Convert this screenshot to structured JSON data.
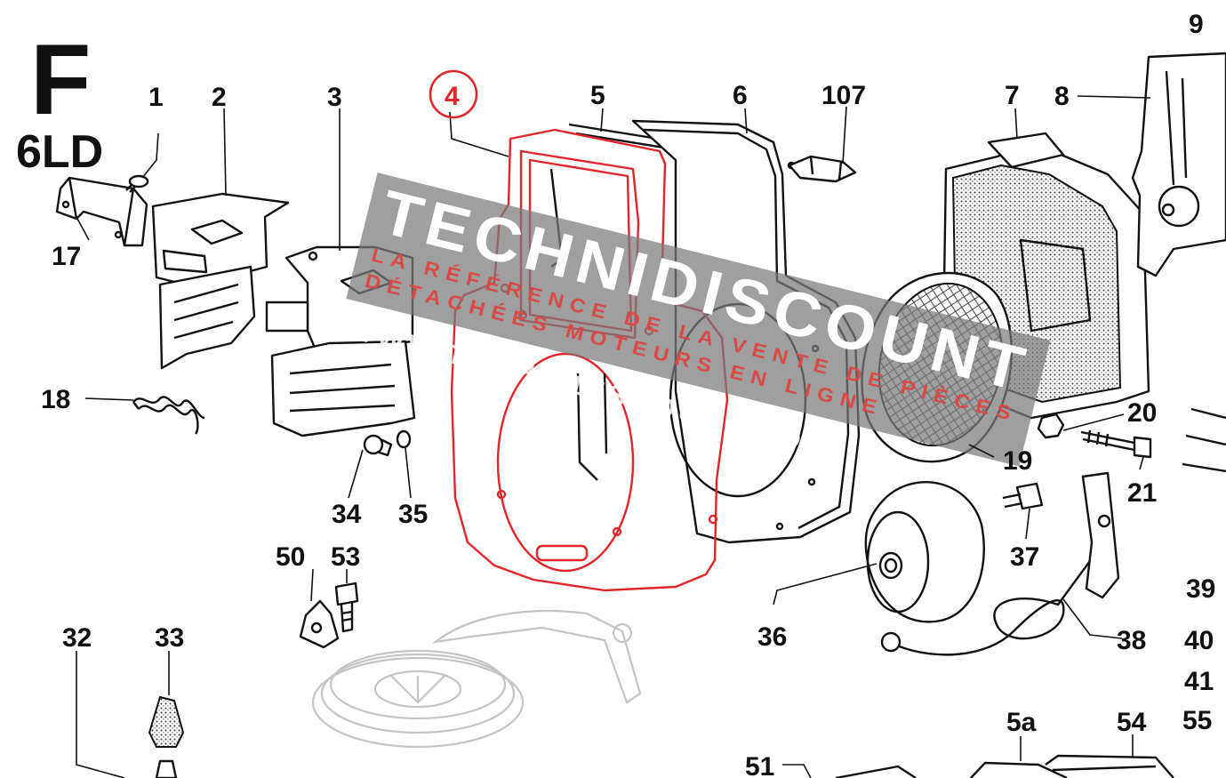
{
  "title": {
    "letter": "F",
    "engine": "6LD"
  },
  "highlight": {
    "part_number": "4",
    "color": "#e0262b"
  },
  "watermark": {
    "brand": "TECHNIDISCOUNT",
    "slogan_line1": "LA RÉFÉRENCE DE LA VENTE DE PIÈCES",
    "slogan_line2": "DÉTACHÉES MOTEURS EN LIGNE",
    "url": "WWW.TECHNIDISCOUNT.COM",
    "band_color": "#7a7a7a",
    "slogan_color": "#d94a45"
  },
  "callouts": {
    "p1": "1",
    "p2": "2",
    "p3": "3",
    "p4": "4",
    "p5": "5",
    "p5a": "5a",
    "p6": "6",
    "p7": "7",
    "p8": "8",
    "p9": "9",
    "p17": "17",
    "p18": "18",
    "p19": "19",
    "p20": "20",
    "p21": "21",
    "p32": "32",
    "p33": "33",
    "p34": "34",
    "p35": "35",
    "p36": "36",
    "p37": "37",
    "p38": "38",
    "p39": "39",
    "p40": "40",
    "p41": "41",
    "p50": "50",
    "p51": "51",
    "p53": "53",
    "p54": "54",
    "p55": "55",
    "p107": "107"
  }
}
